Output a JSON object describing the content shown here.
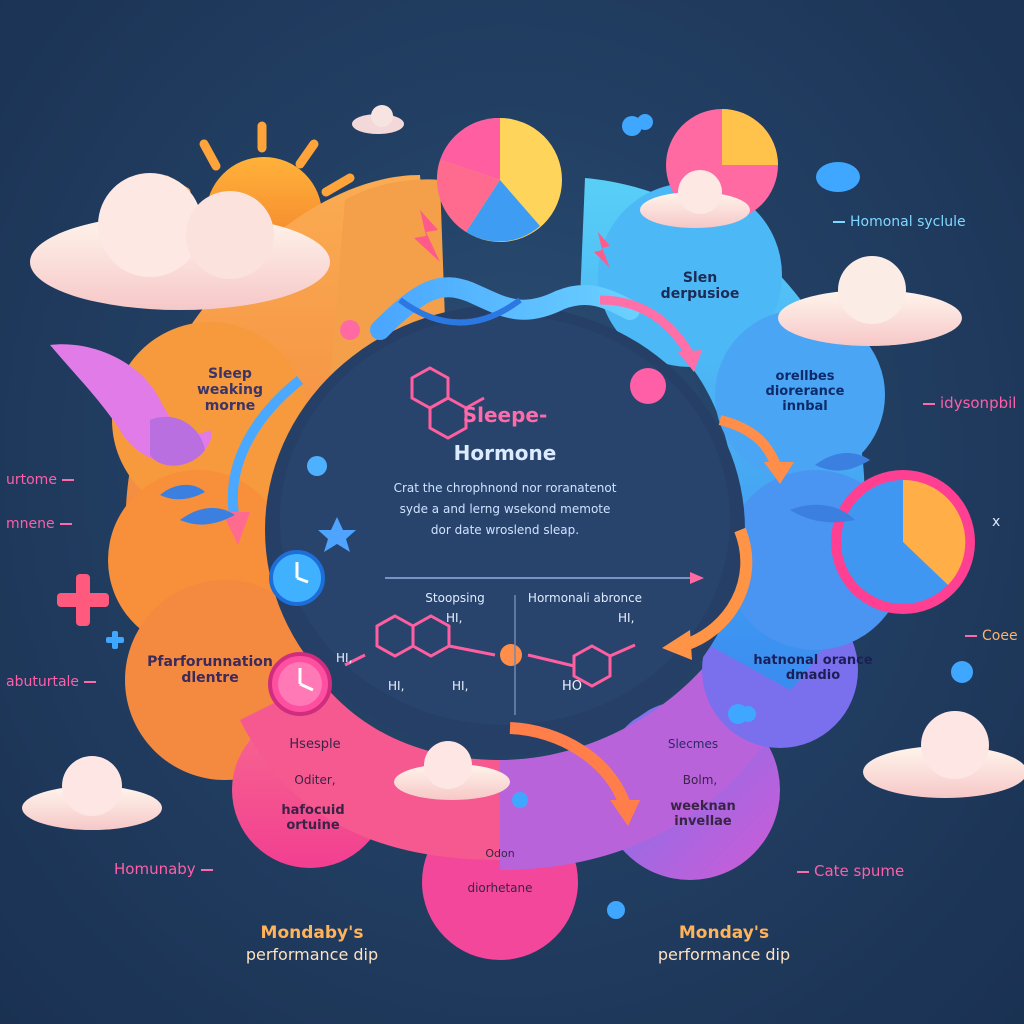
{
  "center": {
    "title_line1": "Sleepe-",
    "title_line2": "Hormone",
    "caption_lines": [
      "Crat the chrophnond nor roranatenot",
      "syde a and lerng wsekond memote",
      "dor date wroslend sleap."
    ],
    "left_label": "Stoopsing",
    "right_label": "Hormonali abronce",
    "chem_labels": [
      "HI,",
      "HI,",
      "HI,",
      "HI,",
      "HO",
      "HI,"
    ]
  },
  "segments": {
    "sleep_waking": [
      "Sleep",
      "weaking",
      "morne"
    ],
    "sleep_deprivation": [
      "Slen",
      "derpusioe"
    ],
    "overlies_balance": [
      "orellbes",
      "diorerance",
      "innbal"
    ],
    "performance": [
      "Pfarforunnation",
      "dlentre"
    ],
    "hormonal_balance": [
      "hatnonal orance",
      "dmadio"
    ],
    "hsesple": "Hsesple",
    "oditer": "Oditer,",
    "hafocuid": [
      "hafocuid",
      "ortuine"
    ],
    "slecmes": "Slecmes",
    "bolm": "Bolm,",
    "weeknan": [
      "weeknan",
      "invellae"
    ],
    "odon": "Odon",
    "diorhetane": "diorhetane"
  },
  "side_labels": {
    "hormonal_sycule": "Homonal syclule",
    "idysonpbil": "idysonpbil",
    "x": "x",
    "coee": "Coee",
    "cate_spume": "Cate spume",
    "homunaby": "Homunaby",
    "abuturtale": "abuturtale",
    "mnene": "mnene",
    "urtome": "urtome"
  },
  "bottom": {
    "left_line1": "Mondaby's",
    "left_line2": "performance dip",
    "right_line1": "Monday's",
    "right_line2": "performance dip"
  },
  "colors": {
    "orange": "#f6923a",
    "pink": "#f34e93",
    "magenta": "#c75ad8",
    "blue": "#3f96f0",
    "cyan": "#4fc1f4",
    "background": "#213d61"
  }
}
